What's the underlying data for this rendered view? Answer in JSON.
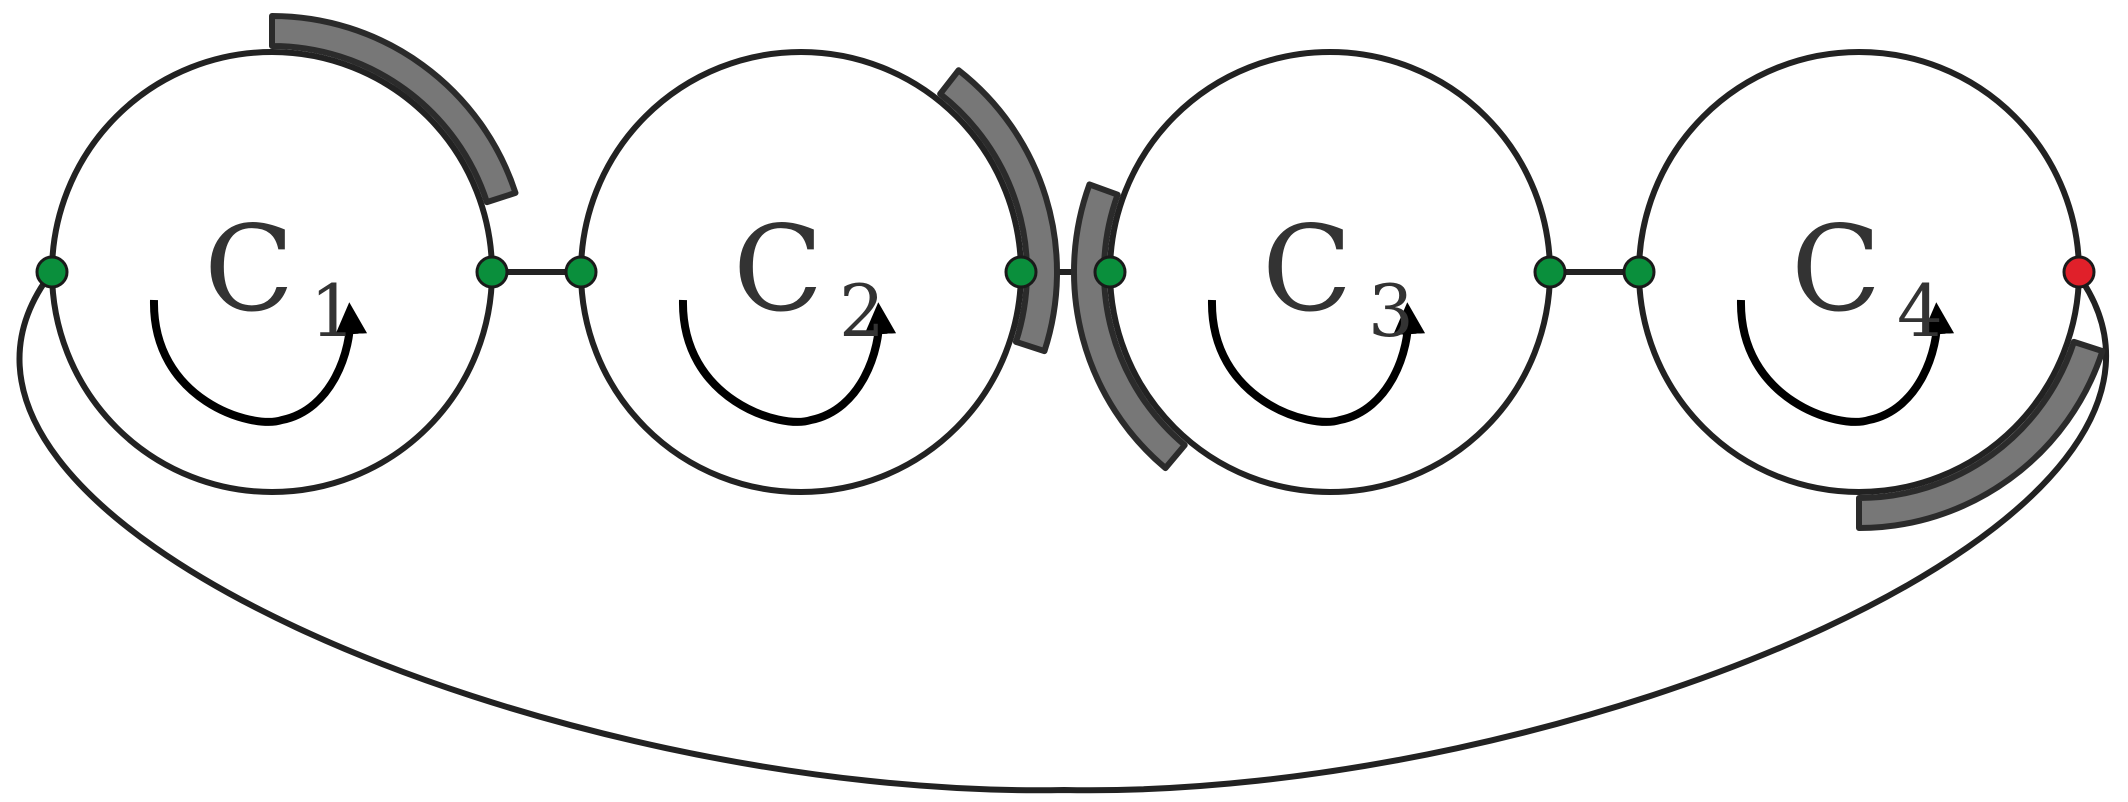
{
  "units": [
    {
      "letter": "C",
      "subscript": "1",
      "segment_start_deg": 270,
      "segment_end_deg": 342
    },
    {
      "letter": "C",
      "subscript": "2",
      "segment_start_deg": 308,
      "segment_end_deg": 18
    },
    {
      "letter": "C",
      "subscript": "3",
      "segment_start_deg": 130,
      "segment_end_deg": 200
    },
    {
      "letter": "C",
      "subscript": "4",
      "segment_start_deg": 18,
      "segment_end_deg": 90
    }
  ],
  "colors": {
    "line": "#222222",
    "segment_fill": "#777777",
    "node_active": "#0a8f3c",
    "node_terminal": "#e0202a"
  },
  "nodes": [
    {
      "id": "c1-left",
      "status": "active"
    },
    {
      "id": "c1-right",
      "status": "active"
    },
    {
      "id": "c2-left",
      "status": "active"
    },
    {
      "id": "c2-right",
      "status": "active"
    },
    {
      "id": "c3-left",
      "status": "active"
    },
    {
      "id": "c3-right",
      "status": "active"
    },
    {
      "id": "c4-left",
      "status": "active"
    },
    {
      "id": "c4-right",
      "status": "terminal"
    }
  ]
}
